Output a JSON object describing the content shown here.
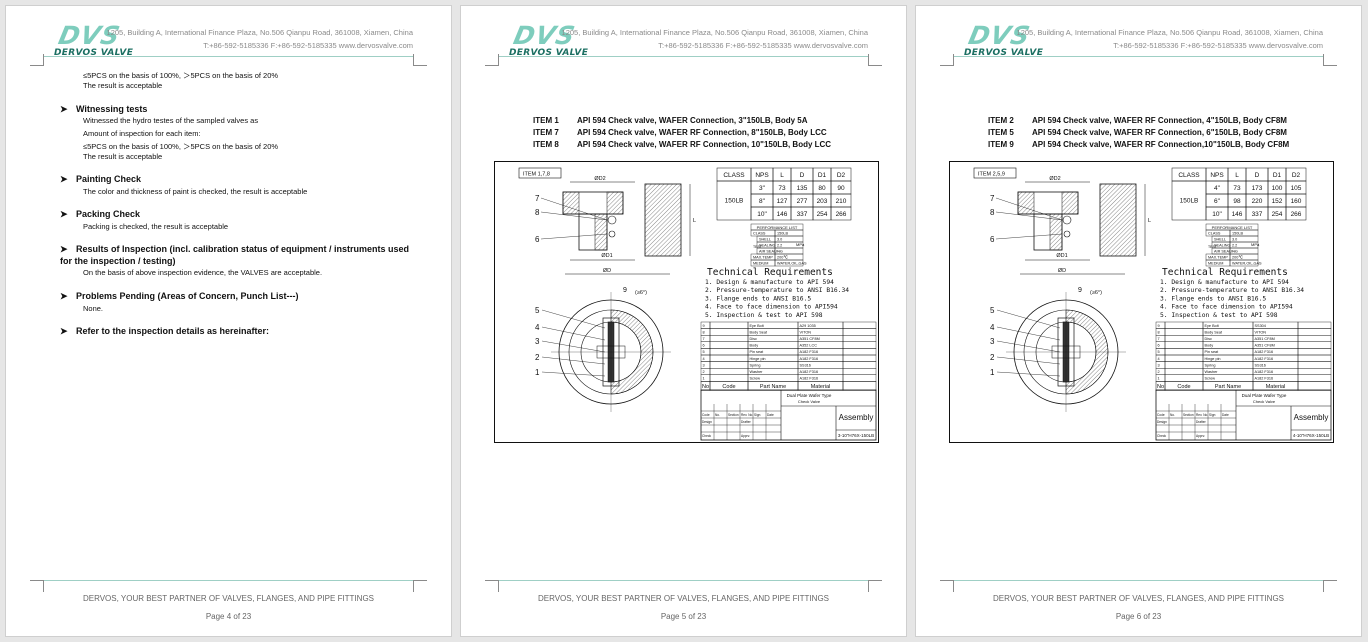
{
  "header": {
    "logo_mark": "DVS",
    "logo_name": "DERVOS VALVE",
    "address": "1205, Building A, International Finance Plaza, No.506 Qianpu Road, 361008, Xiamen, China",
    "contact": "T:+86-592-5185336   F:+86-592-5185335   www.dervosvalve.com"
  },
  "footer": {
    "slogan": "DERVOS, YOUR BEST PARTNER OF VALVES, FLANGES, AND PIPE FITTINGS"
  },
  "page4": {
    "page_label": "Page 4 of 23",
    "top_line1": "≤5PCS on the basis of 100%,    ＞5PCS on the basis of 20%",
    "top_line2": "The result is acceptable",
    "witness_title": "Witnessing tests",
    "witness_l1": "Witnessed the hydro testes of the sampled valves as",
    "witness_l2": "Amount of inspection for each item:",
    "witness_l3": "≤5PCS on the basis of 100%,    ＞5PCS on the basis of 20%",
    "witness_l4": "The result is acceptable",
    "paint_title": "Painting Check",
    "paint_l1": "The color and thickness of paint is checked, the result is acceptable",
    "pack_title": "Packing Check",
    "pack_l1": "Packing is checked, the result is acceptable",
    "results_title_a": "Results of Inspection (incl. calibration status of equipment / instruments used",
    "results_title_b": "for the inspection / testing)",
    "results_l1": "On the basis of above inspection evidence, the VALVES are acceptable.",
    "problems_title": "Problems Pending (Areas of Concern, Punch List---)",
    "problems_l1": "None.",
    "refer_title": "Refer to the inspection details as hereinafter:"
  },
  "page5": {
    "page_label": "Page 5 of 23",
    "items": [
      {
        "no": "ITEM 1",
        "desc": "API 594 Check valve, WAFER Connection, 3\"150LB, Body 5A"
      },
      {
        "no": "ITEM 7",
        "desc": "API 594 Check valve, WAFER RF Connection, 8\"150LB, Body LCC"
      },
      {
        "no": "ITEM 8",
        "desc": "API 594 Check valve, WAFER RF Connection, 10\"150LB, Body LCC"
      }
    ],
    "drawing": {
      "item_tag": "ITEM 1,7,8",
      "dim_table": {
        "headers": [
          "CLASS",
          "NPS",
          "L",
          "D",
          "D1",
          "D2"
        ],
        "class": "150LB",
        "rows": [
          [
            "3\"",
            "73",
            "135",
            "80",
            "90"
          ],
          [
            "8\"",
            "127",
            "277",
            "203",
            "210"
          ],
          [
            "10\"",
            "146",
            "337",
            "254",
            "266"
          ]
        ]
      },
      "materials": [
        [
          "9",
          "Eye Bolt",
          "A29 1035"
        ],
        [
          "8",
          "Body Seat",
          "VITON"
        ],
        [
          "7",
          "Disc",
          "A351 CF8M"
        ],
        [
          "6",
          "Body",
          "A352 LCC"
        ],
        [
          "5",
          "Pin seat",
          "A182 F316"
        ],
        [
          "4",
          "Hinge pin",
          "A182 F316"
        ],
        [
          "3",
          "Spring",
          "SS316"
        ],
        [
          "2",
          "Washer",
          "A182 F316"
        ],
        [
          "1",
          "Screw",
          "A182 F316"
        ]
      ],
      "drawing_no": "3-10\"H76X-150LB"
    }
  },
  "page6": {
    "page_label": "Page 6 of 23",
    "items": [
      {
        "no": "ITEM 2",
        "desc": "API 594 Check valve, WAFER RF Connection, 4\"150LB, Body CF8M"
      },
      {
        "no": "ITEM 5",
        "desc": "API 594 Check valve, WAFER RF Connection, 6\"150LB, Body CF8M"
      },
      {
        "no": "ITEM 9",
        "desc": "API 594 Check valve, WAFER RF Connection,10\"150LB, Body CF8M"
      }
    ],
    "drawing": {
      "item_tag": "ITEM 2,5,9",
      "dim_table": {
        "headers": [
          "CLASS",
          "NPS",
          "L",
          "D",
          "D1",
          "D2"
        ],
        "class": "150LB",
        "rows": [
          [
            "4\"",
            "73",
            "173",
            "100",
            "105"
          ],
          [
            "6\"",
            "98",
            "220",
            "152",
            "160"
          ],
          [
            "10\"",
            "146",
            "337",
            "254",
            "266"
          ]
        ]
      },
      "materials": [
        [
          "9",
          "Eye Bolt",
          "SS304"
        ],
        [
          "8",
          "Body Seat",
          "VITON"
        ],
        [
          "7",
          "Disc",
          "A351 CF8M"
        ],
        [
          "6",
          "Body",
          "A351 CF8M"
        ],
        [
          "5",
          "Pin seat",
          "A182 F316"
        ],
        [
          "4",
          "Hinge pin",
          "A182 F316"
        ],
        [
          "3",
          "Spring",
          "SS316"
        ],
        [
          "2",
          "Washer",
          "A182 F316"
        ],
        [
          "1",
          "Screw",
          "A182 F316"
        ]
      ],
      "drawing_no": "4-10\"H76X-150LB"
    }
  },
  "drawing_common": {
    "perf_title": "PERFORMANCE LIST",
    "perf_rows": [
      [
        "CLASS",
        "150LB"
      ],
      [
        "SHELL",
        "3.0"
      ],
      [
        "SEALING",
        "2.2"
      ],
      [
        "AIR SEALING",
        "---"
      ],
      [
        "MAX.TEMP",
        "200℃"
      ],
      [
        "MEDIUM",
        "WATER,OIL,GAS"
      ]
    ],
    "perf_side": "TEST",
    "perf_unit": "MPa",
    "tech_title": "Technical Requirements",
    "tech_lines": [
      "1. Design & manufacture to API 594",
      "2. Pressure-temperature to ANSI B16.34",
      "3. Flange ends to ANSI B16.5",
      "4. Face to face dimension to API594",
      "5. Inspection & test to API 598"
    ],
    "mat_header": [
      "No",
      "Code",
      "Part Name",
      "Material"
    ],
    "title_block_name": "Dual Plate Wafer Type",
    "title_block_sub": "Check Valve",
    "title_block_kind": "Assembly",
    "tb_labels": [
      "Code",
      "No.",
      "Section",
      "Rev. No.",
      "Sign",
      "Date",
      "Design",
      "Drafter",
      "Check",
      "Apprv."
    ],
    "dim_labels": [
      "ØD2",
      "ØD1",
      "ØD",
      "L"
    ],
    "callouts": [
      "1",
      "2",
      "3",
      "4",
      "5",
      "6",
      "7",
      "8",
      "9"
    ],
    "angle_label": "(≥6°)"
  }
}
